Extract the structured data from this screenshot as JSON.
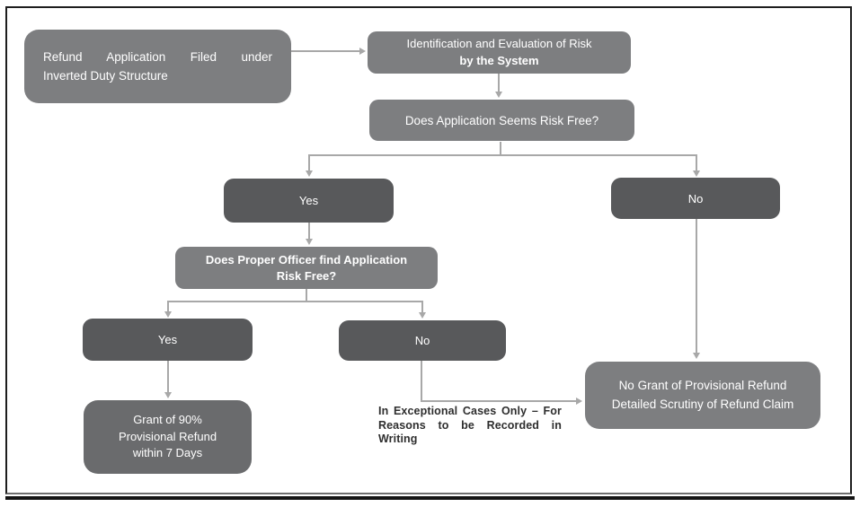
{
  "figure": {
    "type": "flowchart",
    "topic": "Refund Application Filed under Inverted Duty Structure"
  },
  "colors": {
    "box_medium": "#7d7e80",
    "box_dark": "#58595b",
    "box_grant": "#6a6b6d",
    "box_text": "#ffffff",
    "arrow": "#a8a8a8",
    "note_text": "#2e2e2e",
    "frame": "#1e1e1e",
    "background": "#ffffff"
  },
  "nodes": {
    "start": {
      "line1": "Refund Application Filed under",
      "line2": "Inverted Duty Structure"
    },
    "identification": {
      "line1": "Identification and Evaluation of Risk",
      "line2": "by the System"
    },
    "risk_free_question": {
      "text": "Does Application Seems Risk Free?"
    },
    "yes_system": {
      "text": "Yes"
    },
    "no_system": {
      "text": "No"
    },
    "officer_question": {
      "text": "Does Proper Officer find Application\nRisk Free?"
    },
    "yes_officer": {
      "text": "Yes"
    },
    "no_officer": {
      "text": "No"
    },
    "grant_refund": {
      "text": "Grant of 90%\nProvisional Refund\nwithin 7 Days"
    },
    "no_grant_refund": {
      "text": "No Grant of Provisional Refund\nDetailed Scrutiny of Refund Claim"
    },
    "exception_note": {
      "line1": "In Exceptional Cases Only – For",
      "line2": "Reasons to be Recorded in Writing"
    }
  },
  "edges": [
    {
      "from": "start",
      "to": "identification"
    },
    {
      "from": "identification",
      "to": "risk_free_question"
    },
    {
      "from": "risk_free_question",
      "to": "yes_system"
    },
    {
      "from": "risk_free_question",
      "to": "no_system"
    },
    {
      "from": "yes_system",
      "to": "officer_question"
    },
    {
      "from": "officer_question",
      "to": "yes_officer"
    },
    {
      "from": "officer_question",
      "to": "no_officer"
    },
    {
      "from": "yes_officer",
      "to": "grant_refund"
    },
    {
      "from": "no_officer",
      "to": "no_grant_refund",
      "note": "In Exceptional Cases Only – For Reasons to be Recorded in Writing"
    },
    {
      "from": "no_system",
      "to": "no_grant_refund"
    }
  ]
}
